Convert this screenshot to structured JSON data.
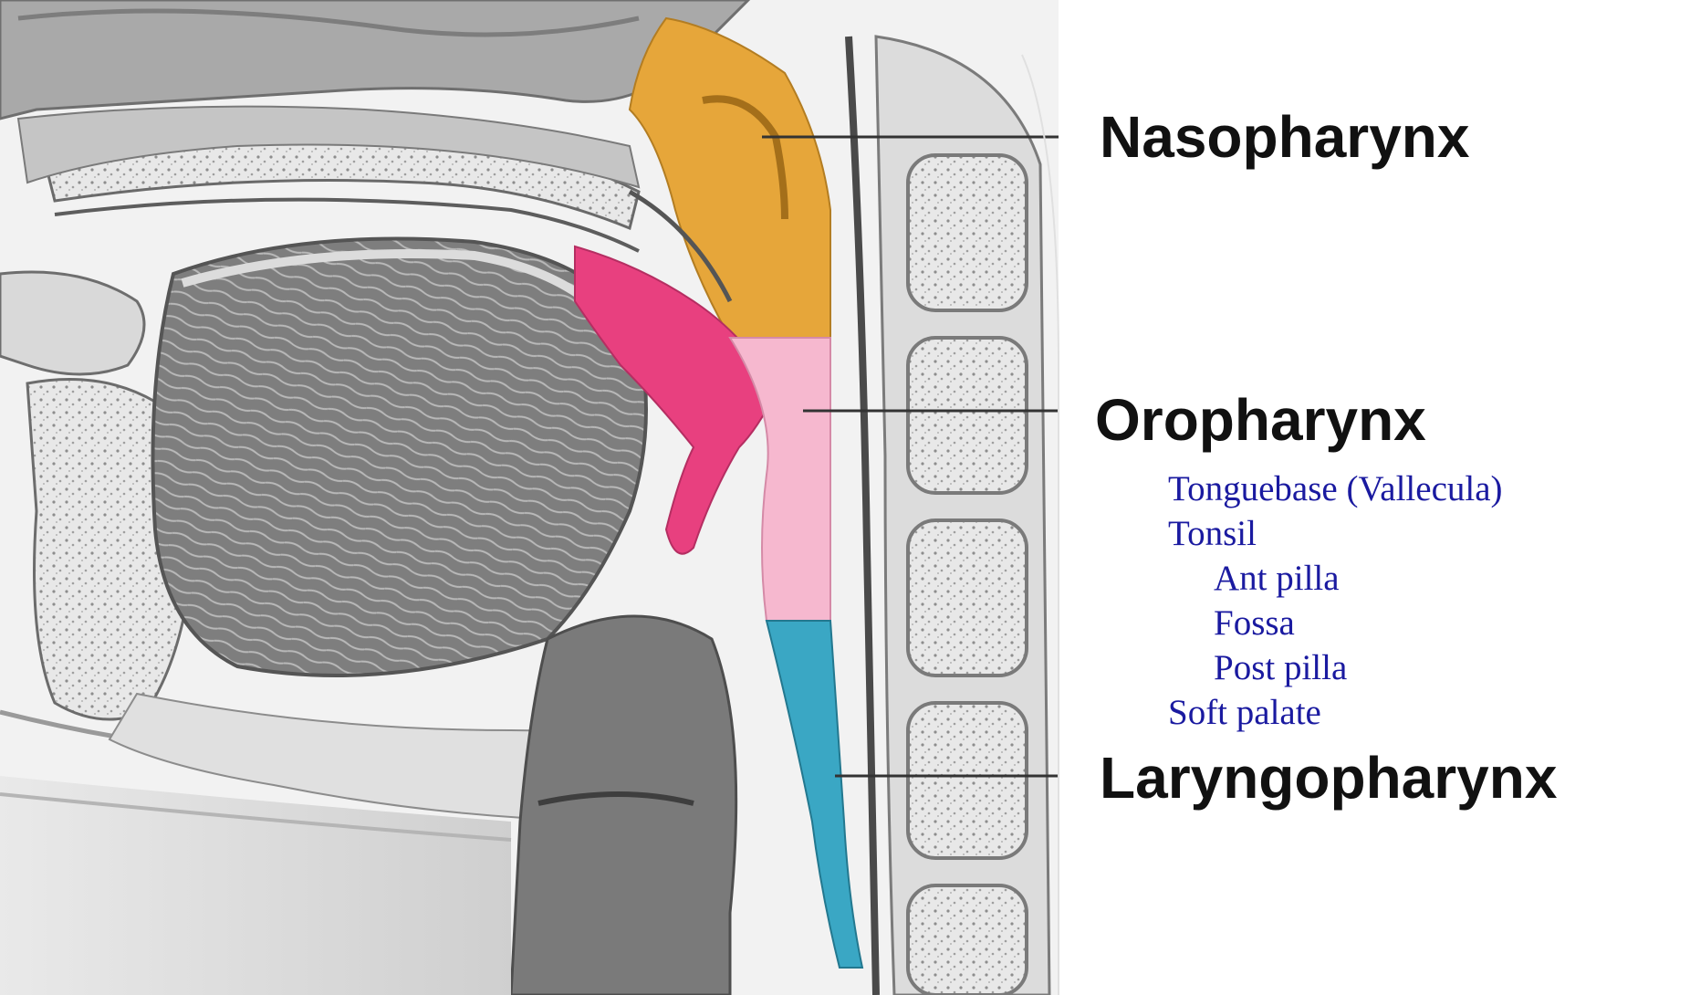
{
  "labels": {
    "nasopharynx": "Nasopharynx",
    "oropharynx": "Oropharynx",
    "laryngopharynx": "Laryngopharynx"
  },
  "oropharynx_subsites": [
    "Tonguebase (Vallecula)",
    "Tonsil",
    "Ant pilla",
    "Fossa",
    "Post pilla",
    "Soft palate"
  ],
  "colors": {
    "nasopharynx": "#e6a63a",
    "oropharynx_posterior": "#f6b8cf",
    "oropharynx_anterior": "#e8407f",
    "laryngopharynx": "#3aa7c4",
    "sub_labels": "#1a1aa0",
    "main_labels": "#111111"
  }
}
